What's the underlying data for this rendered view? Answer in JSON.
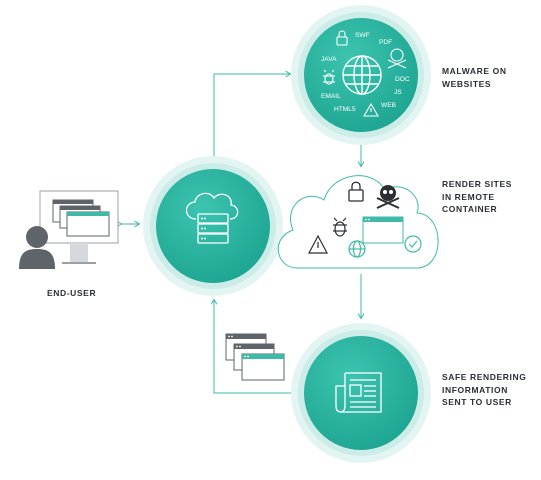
{
  "labels": {
    "end_user": "END-USER",
    "malware_on_websites": "MALWARE ON\nWEBSITES",
    "render_sites": "RENDER SITES\nIN REMOTE\nCONTAINER",
    "safe_rendering": "SAFE RENDERING\nINFORMATION\nSENT TO USER"
  },
  "malware_tags": {
    "swf": "SWF",
    "pdf": "PDF",
    "java": "JAVA",
    "doc": "DOC",
    "js": "JS",
    "email": "EMAIL",
    "html5": "HTML5",
    "web": "WEB"
  },
  "colors": {
    "teal": "#25b3a0",
    "teal_dark": "#1a9a8a",
    "teal_halo": "#e3f5f2",
    "line": "#3fbaa8",
    "text": "#2b2f33",
    "gray_dark": "#5e646a",
    "gray_light": "#9aa0a5"
  }
}
